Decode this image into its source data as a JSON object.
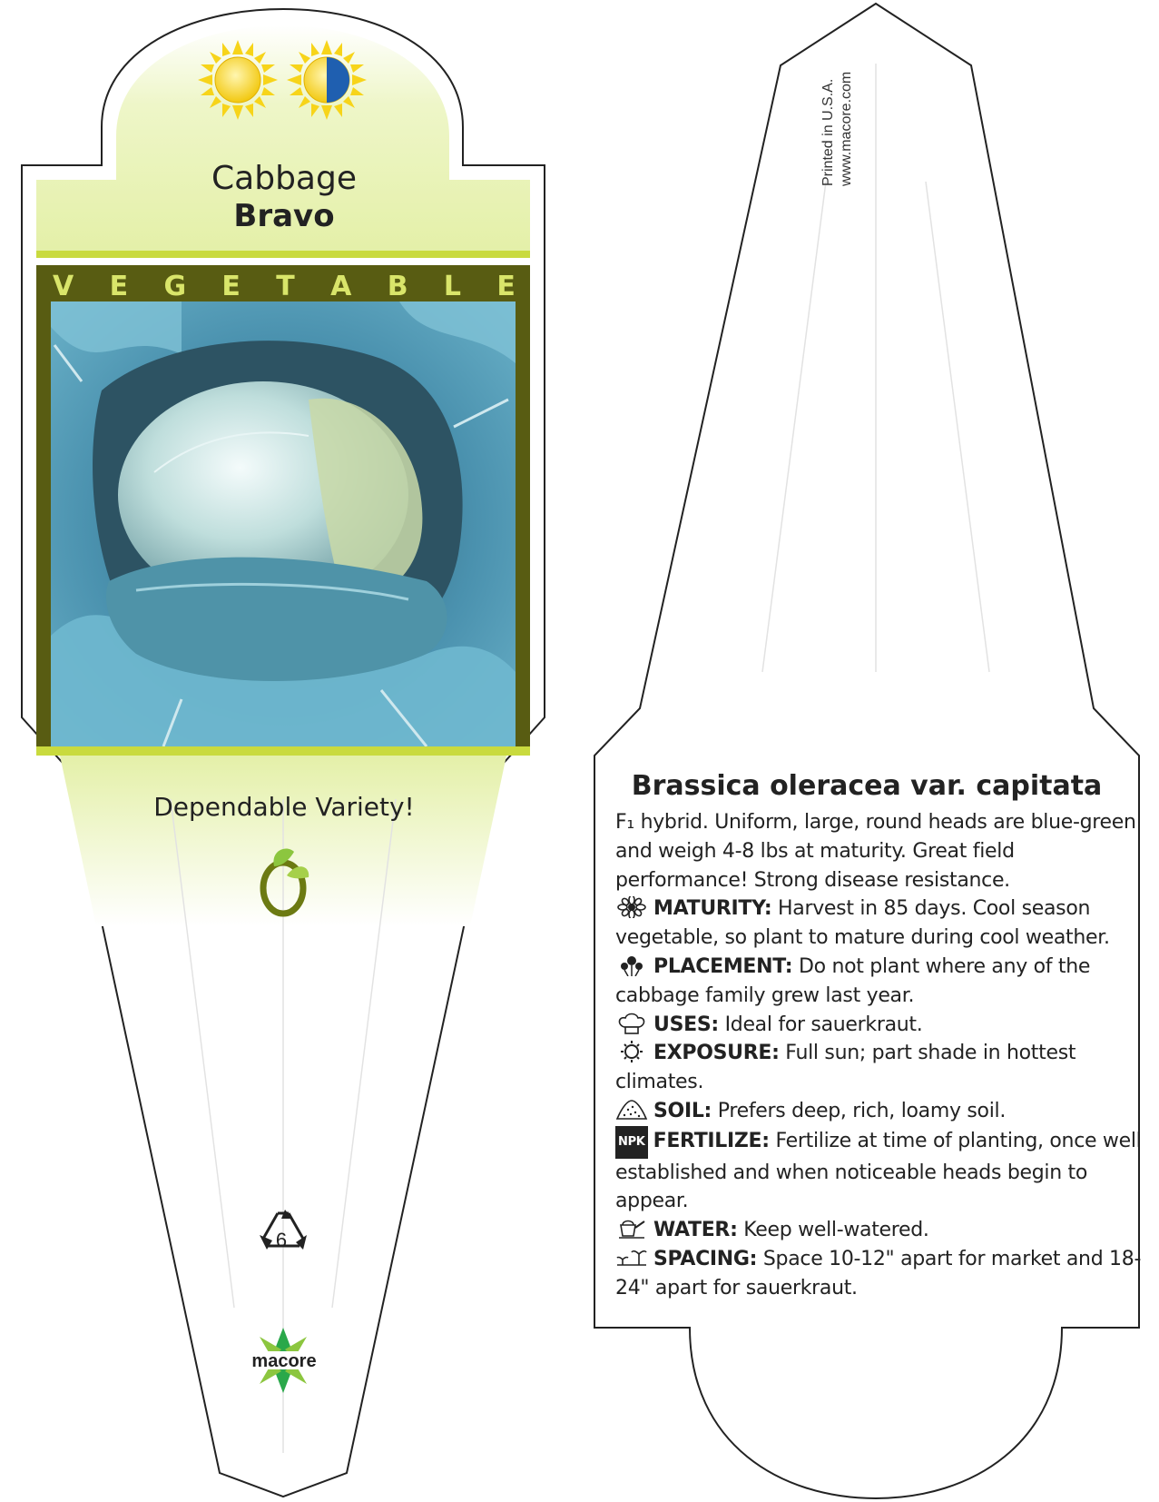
{
  "front": {
    "common_name": "Cabbage",
    "variety": "Bravo",
    "category_letters": [
      "V",
      "E",
      "G",
      "E",
      "T",
      "A",
      "B",
      "L",
      "E"
    ],
    "tagline": "Dependable Variety!",
    "recycle_code": "6",
    "brand": "macore"
  },
  "back": {
    "imprint_line1": "Printed in U.S.A.",
    "imprint_line2": "www.macore.com",
    "botanical_name": "Brassica oleracea var. capitata",
    "intro": "F₁ hybrid. Uniform, large, round heads are blue-green and weigh 4-8 lbs at maturity. Great field performance! Strong disease resistance.",
    "sections": [
      {
        "icon": "daisy-icon",
        "label": "MATURITY:",
        "text": "Harvest in 85 days. Cool season vegetable, so plant to mature during cool weather."
      },
      {
        "icon": "flower-cluster-icon",
        "label": "PLACEMENT:",
        "text": "Do not plant where any of the cabbage family grew last year."
      },
      {
        "icon": "chef-hat-icon",
        "label": "USES:",
        "text": "Ideal for sauerkraut."
      },
      {
        "icon": "sun-outline-icon",
        "label": "EXPOSURE:",
        "text": "Full sun; part shade in hottest climates."
      },
      {
        "icon": "soil-mound-icon",
        "label": "SOIL:",
        "text": "Prefers deep, rich, loamy soil."
      },
      {
        "icon": "npk-icon",
        "npk": "NPK",
        "label": "FERTILIZE:",
        "text": "Fertilize at time of planting, once well established and when noticeable heads begin to appear."
      },
      {
        "icon": "watering-can-icon",
        "label": "WATER:",
        "text": "Keep well-watered."
      },
      {
        "icon": "seedlings-icon",
        "label": "SPACING:",
        "text": "Space 10-12\" apart for market and 18-24\" apart for sauerkraut."
      }
    ]
  },
  "colors": {
    "band_olive": "#585c12",
    "lime": "#c9da3e",
    "pale_lime": "#eef6c8",
    "sun_yellow": "#f7d41a",
    "shade_blue": "#1f5fb0"
  }
}
